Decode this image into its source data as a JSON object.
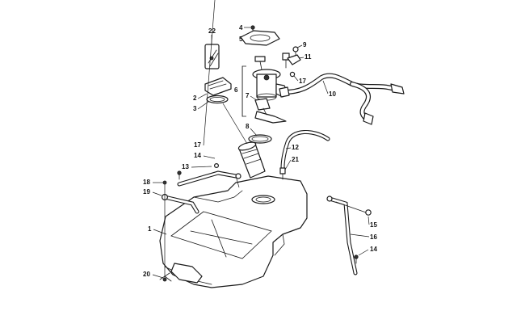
{
  "callouts": [
    {
      "label": "1"
    },
    {
      "label": "2"
    },
    {
      "label": "3"
    },
    {
      "label": "4"
    },
    {
      "label": "5"
    },
    {
      "label": "6"
    },
    {
      "label": "7"
    },
    {
      "label": "8"
    },
    {
      "label": "9"
    },
    {
      "label": "10"
    },
    {
      "label": "11"
    },
    {
      "label": "12"
    },
    {
      "label": "13"
    },
    {
      "label": "14"
    },
    {
      "label": "14"
    },
    {
      "label": "15"
    },
    {
      "label": "16"
    },
    {
      "label": "17"
    },
    {
      "label": "17"
    },
    {
      "label": "18"
    },
    {
      "label": "19"
    },
    {
      "label": "20"
    },
    {
      "label": "21"
    },
    {
      "label": "22"
    }
  ]
}
